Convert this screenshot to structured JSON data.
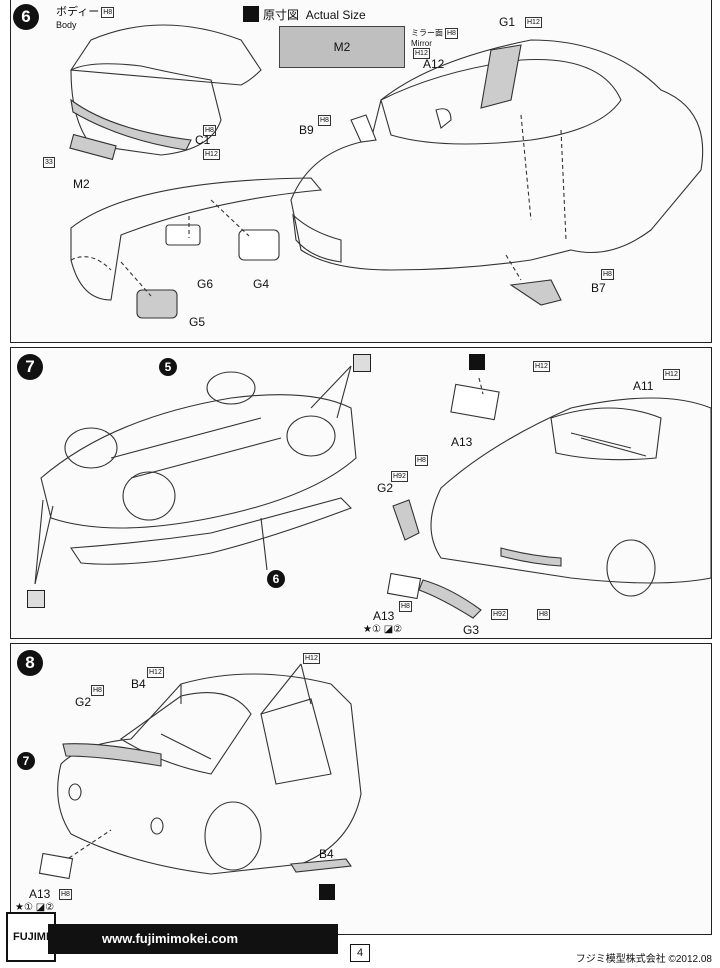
{
  "step6": {
    "number": "6",
    "body_jp": "ボディー",
    "body_en": "Body",
    "body_paint": "H8",
    "actual_size_jp": "原寸図",
    "actual_size_en": "Actual Size",
    "m2_box": "M2",
    "mirror_jp": "ミラー面",
    "mirror_paint": "H8",
    "mirror_en": "Mirror",
    "mirror_paint2": "H12",
    "labels": {
      "c1": "C1",
      "c1_paint": "H8",
      "c1_paint2": "H12",
      "m2": "M2",
      "m2_decal": "33",
      "g1": "G1",
      "g1_paint": "H12",
      "a12": "A12",
      "a12_paint": "H12",
      "b9": "B9",
      "b9_paint": "H8",
      "g6": "G6",
      "g4": "G4",
      "g5": "G5",
      "b7": "B7",
      "b7_paint": "H8"
    }
  },
  "step7": {
    "number": "7",
    "ref5": "5",
    "ref6": "6",
    "labels": {
      "a13": "A13",
      "a11": "A11",
      "a11_paint": "H12",
      "a11_paint2": "H12",
      "g2": "G2",
      "g2_paint": "H92",
      "g2_paint2": "H8",
      "g3": "G3",
      "g3_paint": "H92",
      "g3_paint2": "H8",
      "a13b": "A13",
      "a13b_paint": "H8",
      "a13b_decal": "①",
      "a13b_decal2": "②"
    }
  },
  "step8": {
    "number": "8",
    "ref7": "7",
    "labels": {
      "g2": "G2",
      "g2_paint": "H8",
      "b4": "B4",
      "b4_paint": "H12",
      "roof_paint": "H12",
      "b4b": "B4",
      "a13": "A13",
      "a13_paint": "H8",
      "a13_decal": "①",
      "a13_decal2": "②"
    }
  },
  "footer": {
    "logo": "FUJIMI",
    "url": "www.fujimimokei.com",
    "page": "4",
    "copyright": "フジミ模型株式会社 ©2012.08"
  }
}
